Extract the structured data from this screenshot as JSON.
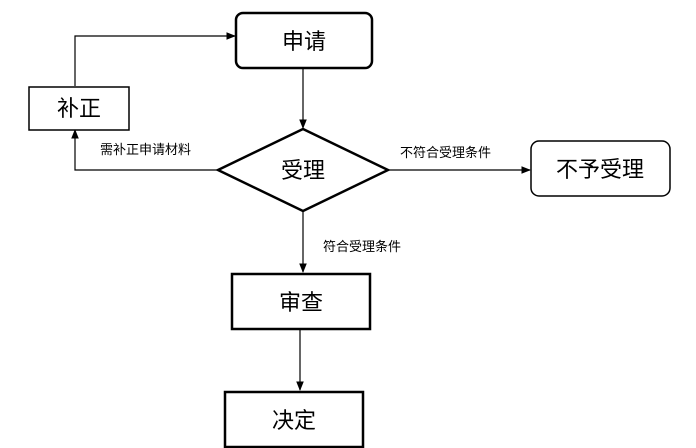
{
  "nodes": {
    "apply": "申请",
    "supplement": "补正",
    "accept": "受理",
    "reject": "不予受理",
    "review": "审查",
    "decide": "决定"
  },
  "edges": {
    "need_supplement": "需补正申请材料",
    "not_meet": "不符合受理条件",
    "meet": "符合受理条件"
  }
}
